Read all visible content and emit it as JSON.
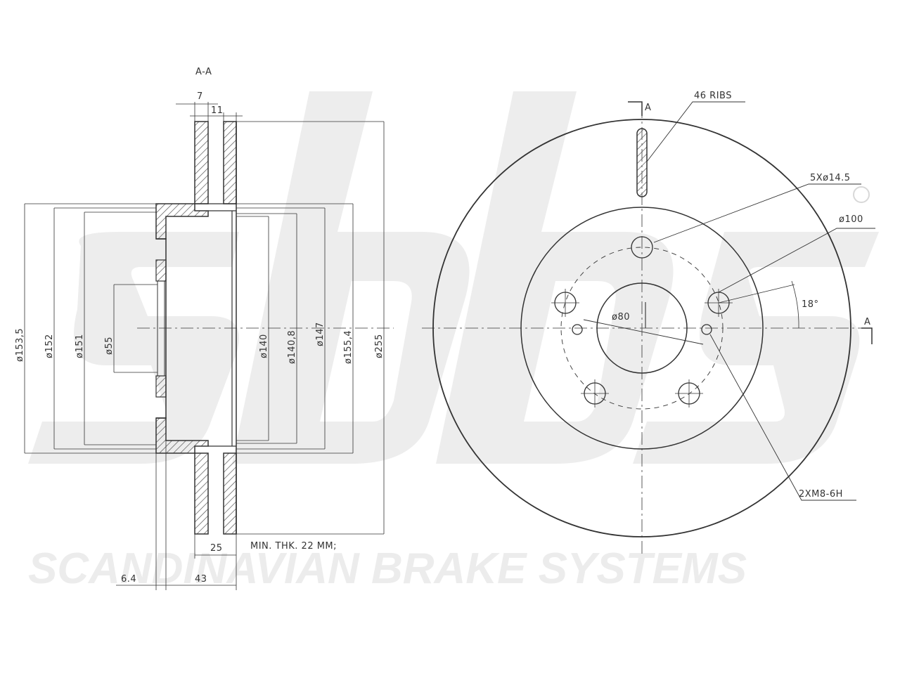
{
  "watermark": {
    "logo_text": "sbs",
    "tagline": "SCANDINAVIAN BRAKE SYSTEMS",
    "color": "#ececec"
  },
  "section": {
    "title": "A-A",
    "dims_top": {
      "d7": "7",
      "d11": "11"
    },
    "diameters": {
      "d153_5": "ø153,5",
      "d152": "ø152",
      "d151": "ø151",
      "d55": "ø55",
      "d140": "ø140",
      "d140_8": "ø140,8",
      "d147": "ø147",
      "d155_4": "ø155,4",
      "d255": "ø255"
    },
    "dims_bottom": {
      "d25": "25",
      "min_thk": "MIN. THK. 22 MM;",
      "d6_4": "6.4",
      "d43": "43"
    }
  },
  "front": {
    "section_marker_top": "A",
    "section_marker_right": "A",
    "labels": {
      "ribs": "46 RIBS",
      "bolt_holes": "5Xø14.5",
      "pcd": "ø100",
      "hub": "ø80",
      "angle": "18°",
      "threads": "2XM8-6H"
    }
  },
  "colors": {
    "line": "#333333",
    "hatch": "#555555"
  }
}
